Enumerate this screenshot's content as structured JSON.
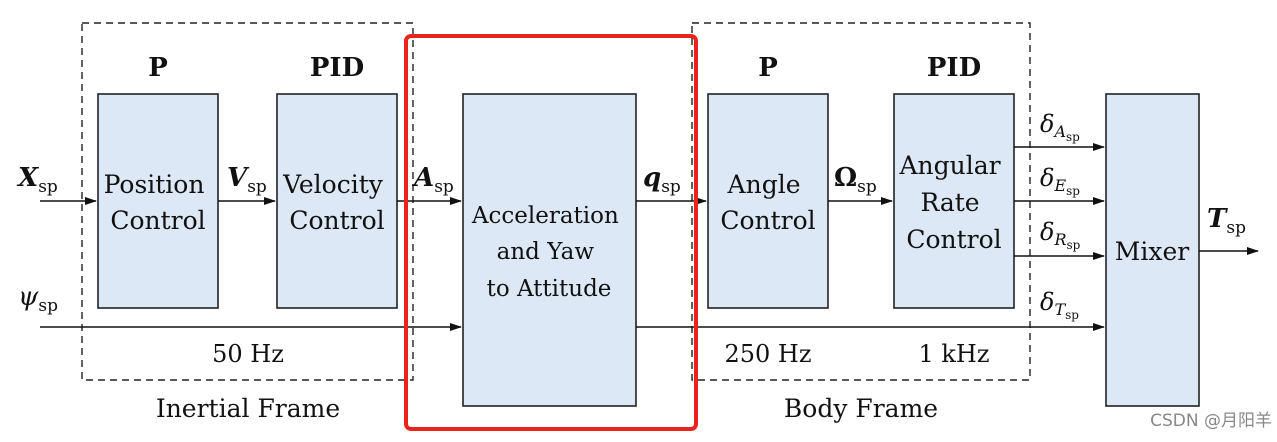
{
  "headers": {
    "p1": "P",
    "pid1": "PID",
    "p2": "P",
    "pid2": "PID"
  },
  "blocks": {
    "position": [
      "Position",
      "Control"
    ],
    "velocity": [
      "Velocity",
      "Control"
    ],
    "accel": [
      "Acceleration",
      "and Yaw",
      "to Attitude"
    ],
    "angle": [
      "Angle",
      "Control"
    ],
    "rate": [
      "Angular",
      "Rate",
      "Control"
    ],
    "mixer": [
      "Mixer"
    ]
  },
  "signals": {
    "x_sp": {
      "base": "X",
      "sub": "sp"
    },
    "psi_sp": {
      "base": "ψ",
      "sub": "sp"
    },
    "v_sp": {
      "base": "V",
      "sub": "sp"
    },
    "a_sp": {
      "base": "A",
      "sub": "sp"
    },
    "q_sp": {
      "base": "q",
      "sub": "sp"
    },
    "omega_sp": {
      "base": "Ω",
      "sub": "sp"
    },
    "dA": {
      "base": "δ",
      "sub": "A",
      "subsub": "sp"
    },
    "dE": {
      "base": "δ",
      "sub": "E",
      "subsub": "sp"
    },
    "dR": {
      "base": "δ",
      "sub": "R",
      "subsub": "sp"
    },
    "dT": {
      "base": "δ",
      "sub": "T",
      "subsub": "sp"
    },
    "t_sp": {
      "base": "T",
      "sub": "sp"
    }
  },
  "rates": {
    "inertial": "50 Hz",
    "body1": "250 Hz",
    "body2": "1 kHz"
  },
  "frames": {
    "inertial": "Inertial Frame",
    "body": "Body Frame"
  },
  "colors": {
    "block_fill": "#dce8f5",
    "highlight": "#e8241c"
  },
  "watermark": "CSDN @月阳羊"
}
